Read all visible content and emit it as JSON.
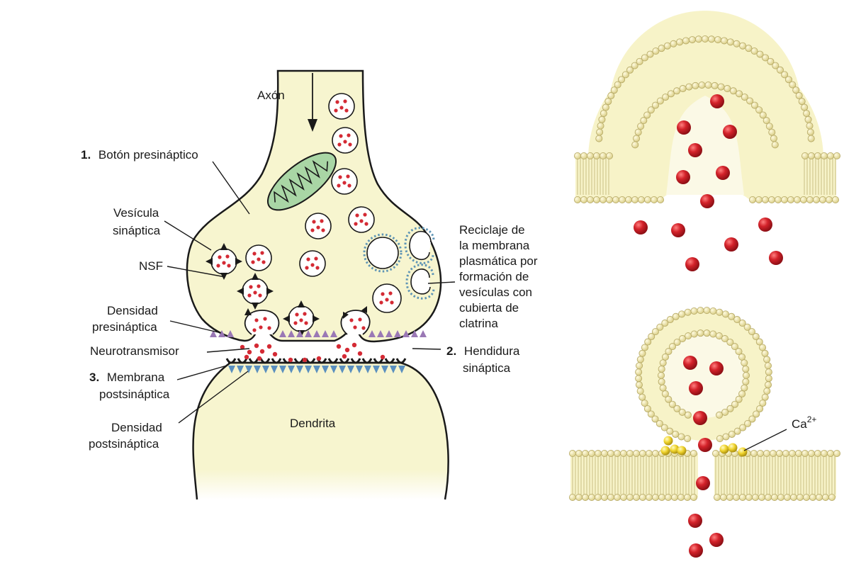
{
  "labels": {
    "axon": "Axón",
    "boton_num": "1.",
    "boton": "Botón presináptico",
    "vesicula_1": "Vesícula",
    "vesicula_2": "sináptica",
    "nsf": "NSF",
    "dens_pre_1": "Densidad",
    "dens_pre_2": "presináptica",
    "neurotransmisor": "Neurotransmisor",
    "membrana_num": "3.",
    "membrana_1": "Membrana",
    "membrana_2": "postsináptica",
    "dens_post_1": "Densidad",
    "dens_post_2": "postsináptica",
    "dendrita": "Dendrita",
    "reciclaje_1": "Reciclaje de",
    "reciclaje_2": "la membrana",
    "reciclaje_3": "plasmática por",
    "reciclaje_4": "formación de",
    "reciclaje_5": "vesículas con",
    "reciclaje_6": "cubierta de",
    "reciclaje_7": "clatrina",
    "hendidura_num": "2.",
    "hendidura_1": "Hendidura",
    "hendidura_2": "sináptica",
    "calcium": "Ca",
    "calcium_sup": "2+"
  },
  "colors": {
    "cytoplasm": "#f7f5cf",
    "membrane_outline": "#1a1a1a",
    "mitochondrion": "#a9d6a5",
    "neurotransmitter": "#d42a34",
    "presynaptic_density": "#9a78b5",
    "postsynaptic_density": "#5a8fbf",
    "clathrin": "#5f95b5",
    "lipid_head": "#efe6a2",
    "lipid_tail": "#c9bf84",
    "calcium_ion": "#f0d630"
  }
}
